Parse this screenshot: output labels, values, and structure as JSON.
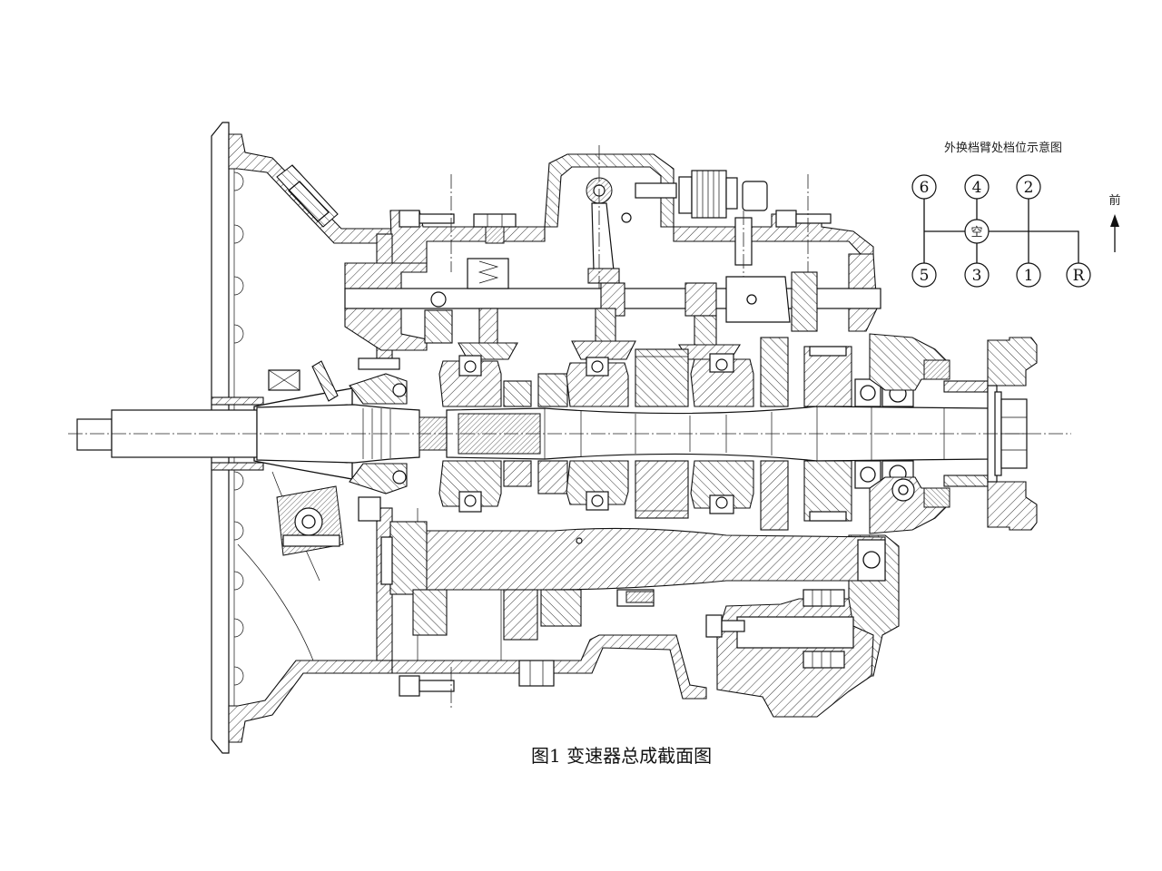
{
  "caption": "图1 变速器总成截面图",
  "shift_pattern": {
    "title": "外换档臂处档位示意图",
    "neutral": "空",
    "front": "前",
    "gears_top": [
      "6",
      "4",
      "2"
    ],
    "gears_bottom": [
      "5",
      "3",
      "1",
      "R"
    ]
  }
}
